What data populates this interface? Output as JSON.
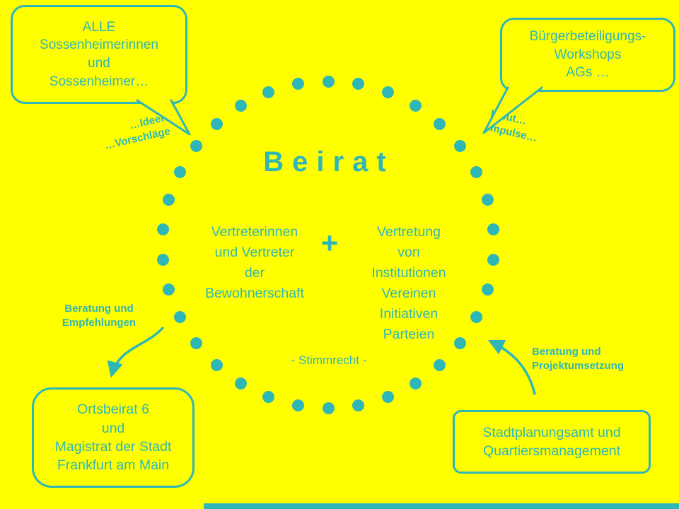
{
  "colors": {
    "background": "#FFFF00",
    "accent": "#2FB7B7"
  },
  "title": "Beirat",
  "circle": {
    "left_group": "Vertreterinnen\nund Vertreter\nder\nBewohnerschaft",
    "plus": "+",
    "right_group": "Vertretung\nvon\nInstitutionen\nVereinen\nInitiativen\nParteien",
    "voting_note": "- Stimmrecht -"
  },
  "callouts": {
    "top_left": "ALLE\nSossenheimerinnen\nund\nSossenheimer…",
    "top_right": "Bürgerbeteiligungs-\nWorkshops\nAGs …",
    "bottom_left": "Ortsbeirat 6\nund\nMagistrat der Stadt\nFrankfurt am Main",
    "bottom_right": "Stadtplanungsamt und\nQuartiersmanagement"
  },
  "annotations": {
    "ideas": "…Ideen\n…Vorschläge",
    "input": "Input…\nImpulse…",
    "advice_left": "Beratung und\nEmpfehlungen",
    "advice_right": "Beratung und\nProjektumsetzung"
  }
}
